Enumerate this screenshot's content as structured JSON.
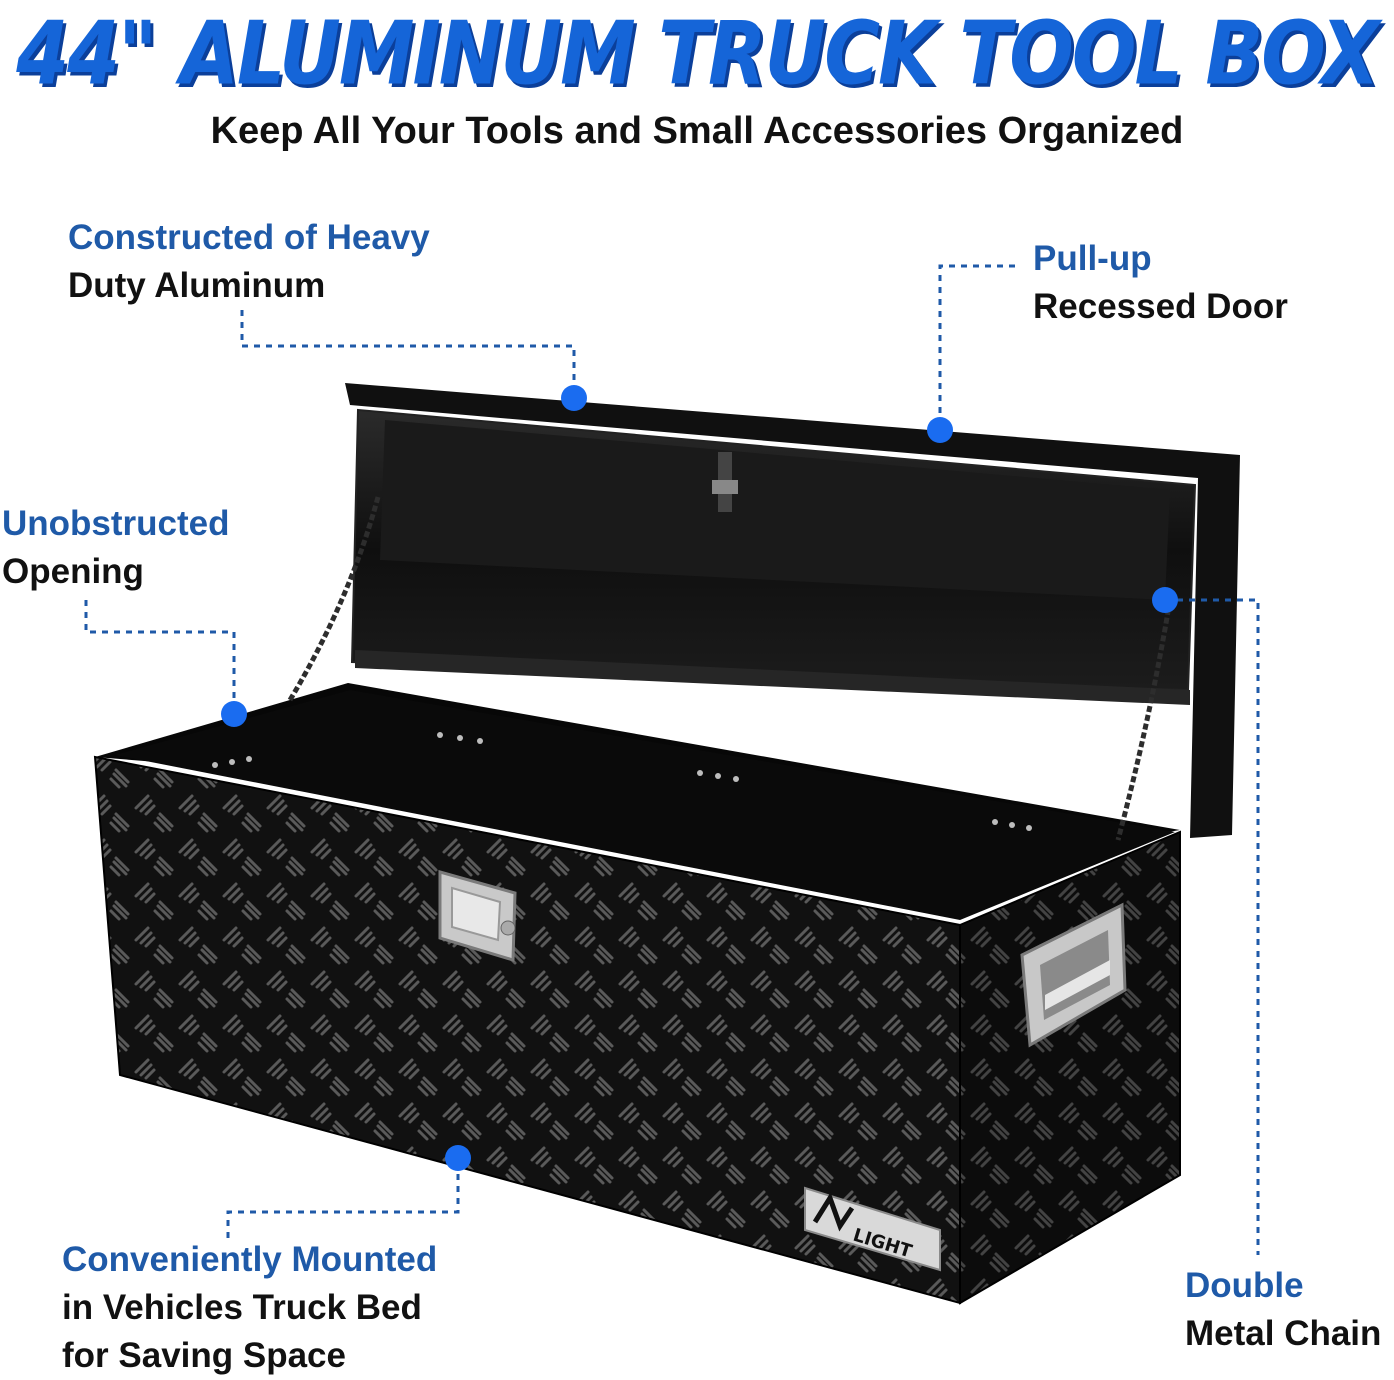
{
  "header": {
    "title": "44\" ALUMINUM TRUCK TOOL BOX",
    "subtitle": "Keep All Your Tools and Small Accessories Organized"
  },
  "callouts": {
    "heavy_duty": {
      "highlight": "Constructed of Heavy",
      "text": "Duty Aluminum"
    },
    "recessed_door": {
      "highlight": "Pull-up",
      "text": "Recessed Door"
    },
    "unobstructed": {
      "highlight": "Unobstructed",
      "text": "Opening"
    },
    "mounted": {
      "highlight": "Conveniently Mounted",
      "text_line1": "in Vehicles Truck Bed",
      "text_line2": "for Saving Space"
    },
    "chain": {
      "highlight": "Double",
      "text": "Metal Chain"
    }
  },
  "brand": {
    "logo_text": "LIGHT"
  },
  "colors": {
    "accent": "#1565d8",
    "callout_highlight": "#1f5aa8",
    "marker": "#1a6cf0",
    "box": "#0d0d0d"
  }
}
